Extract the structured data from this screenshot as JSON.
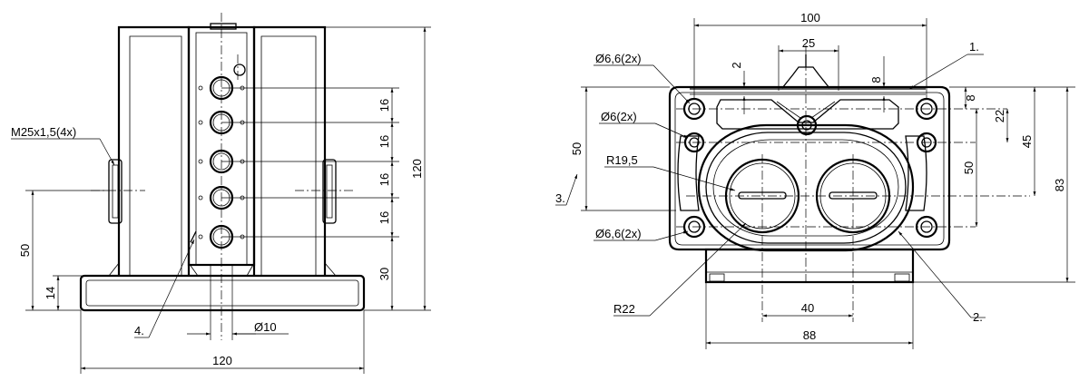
{
  "colors": {
    "line": "#000000",
    "background": "#ffffff"
  },
  "side_view": {
    "thread_label": "M25x1,5(4x)",
    "dim_hole_pitch_1": "16",
    "dim_hole_pitch_2": "16",
    "dim_hole_pitch_3": "16",
    "dim_hole_pitch_4": "16",
    "dim_bottom_hole": "30",
    "dim_height": "120",
    "dim_center_height": "50",
    "dim_base_height": "14",
    "dim_hole_diameter": "Ø10",
    "dim_width": "120",
    "callout_4": "4."
  },
  "top_view": {
    "dim_width": "100",
    "dim_slot_width": "25",
    "dim_2": "2",
    "dim_8_top": "8",
    "hole_label_top": "Ø6,6(2x)",
    "hole_label_mid": "Ø6(2x)",
    "hole_label_bottom": "Ø6,6(2x)",
    "radius_small": "R19,5",
    "radius_large": "R22",
    "dim_left_50": "50",
    "callout_1": "1.",
    "callout_2": "2.",
    "callout_3": "3.",
    "dim_right_8": "8",
    "dim_right_22": "22",
    "dim_right_50": "50",
    "dim_right_45": "45",
    "dim_right_83": "83",
    "dim_center_40": "40",
    "dim_bottom_88": "88"
  }
}
